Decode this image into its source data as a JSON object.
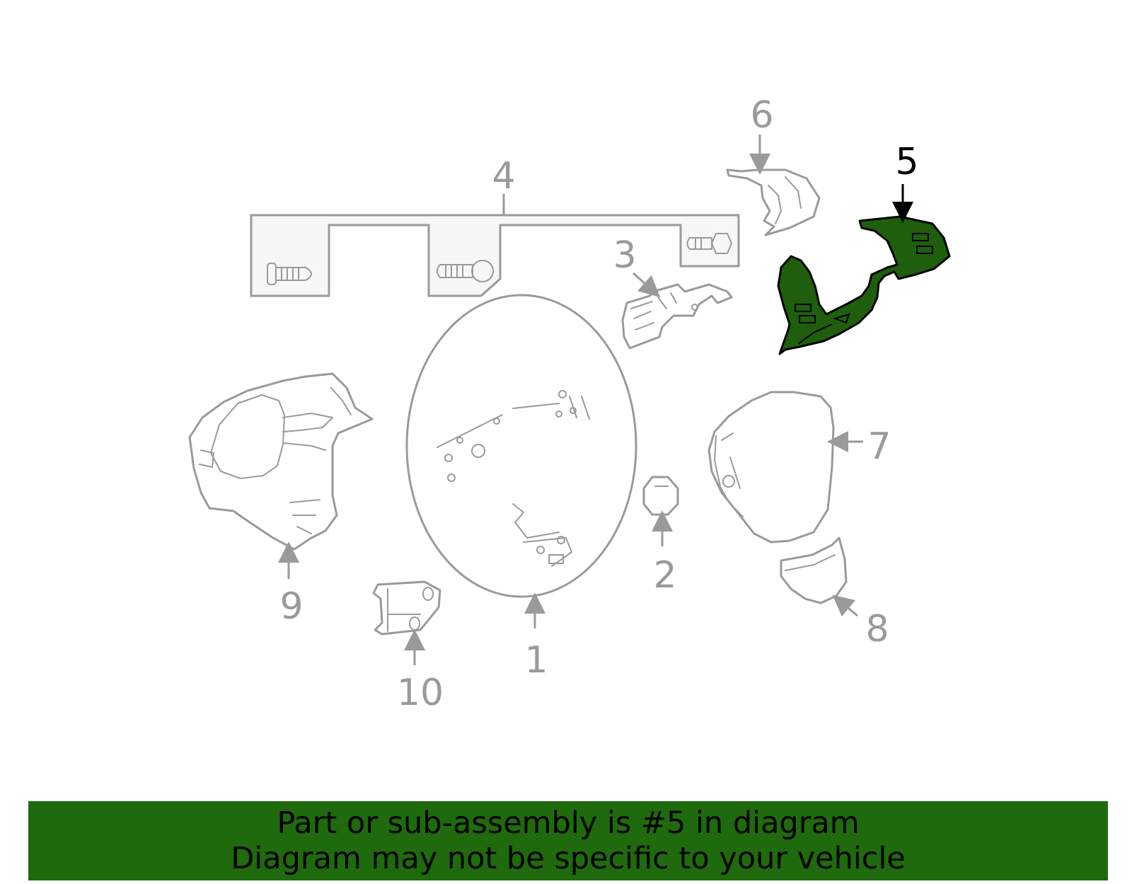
{
  "callouts": {
    "c1": "1",
    "c2": "2",
    "c3": "3",
    "c4": "4",
    "c5": "5",
    "c6": "6",
    "c7": "7",
    "c8": "8",
    "c9": "9",
    "c10": "10"
  },
  "highlighted_callout": "5",
  "colors": {
    "highlight_fill": "#1f5e0c",
    "banner_bg": "#1f6a0c",
    "line_gray": "#9a9a9a"
  },
  "banner": {
    "line1": "Part or sub-assembly is #5 in diagram",
    "line2": "Diagram may not be specific to your vehicle"
  }
}
